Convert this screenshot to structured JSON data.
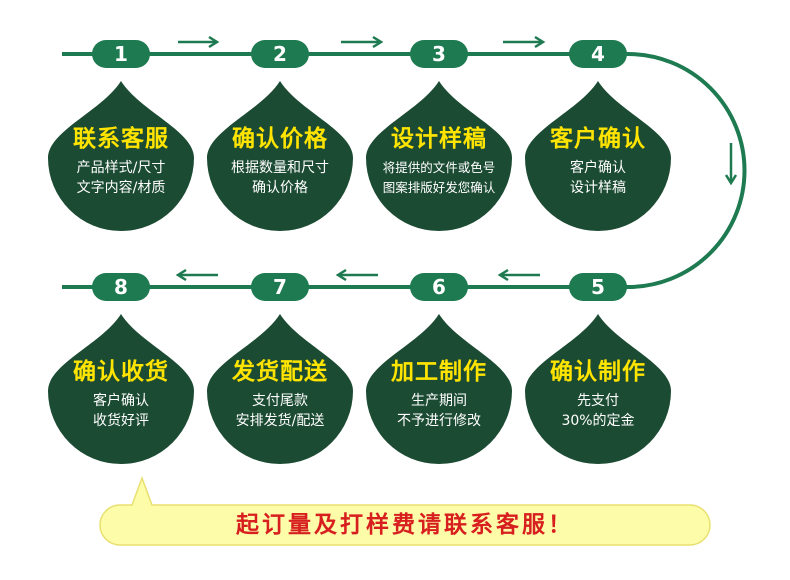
{
  "steps": [
    {
      "number": "1",
      "title": "联系客服",
      "line1": "产品样式/尺寸",
      "line2": "文字内容/材质"
    },
    {
      "number": "2",
      "title": "确认价格",
      "line1": "根据数量和尺寸",
      "line2": "确认价格"
    },
    {
      "number": "3",
      "title": "设计样稿",
      "line1": "将提供的文件或色号",
      "line2": "图案排版好发您确认"
    },
    {
      "number": "4",
      "title": "客户确认",
      "line1": "客户确认",
      "line2": "设计样稿"
    },
    {
      "number": "5",
      "title": "确认制作",
      "line1": "先支付",
      "line2": "30%的定金"
    },
    {
      "number": "6",
      "title": "加工制作",
      "line1": "生产期间",
      "line2": "不予进行修改"
    },
    {
      "number": "7",
      "title": "发货配送",
      "line1": "支付尾款",
      "line2": "安排发货/配送"
    },
    {
      "number": "8",
      "title": "确认收货",
      "line1": "客户确认",
      "line2": "收货好评"
    }
  ],
  "notice": "起订量及打样费请联系客服！",
  "colors": {
    "drop_fill": "#1c4b33",
    "line_green": "#1e7a50",
    "title_yellow": "#ffe400",
    "notice_bg": "#fdfca8",
    "notice_text": "#d81f1f"
  }
}
